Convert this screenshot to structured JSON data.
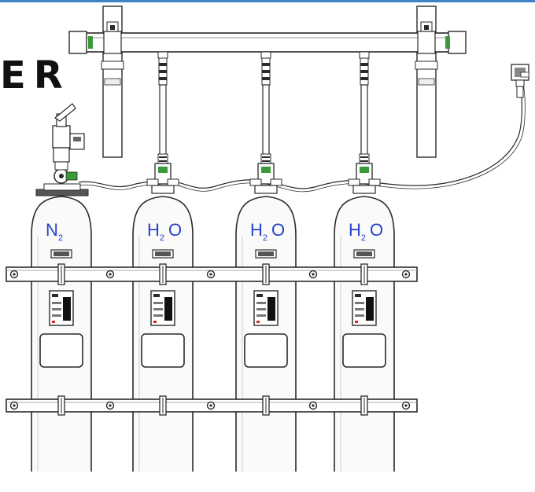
{
  "brand": {
    "text": "ER"
  },
  "colors": {
    "frame_top": "#3c83c8",
    "gas_label": "#2742c8",
    "valve_green": "#3a9a3a",
    "outline": "#2a2a2a",
    "cylinder_fill": "#fafafa"
  },
  "cylinders": [
    {
      "id": "n2",
      "main": "N",
      "sub": "2",
      "tail": ""
    },
    {
      "id": "h2o-1",
      "main": "H",
      "sub": "2",
      "tail": "O"
    },
    {
      "id": "h2o-2",
      "main": "H",
      "sub": "2",
      "tail": "O"
    },
    {
      "id": "h2o-3",
      "main": "H",
      "sub": "2",
      "tail": "O"
    }
  ],
  "icons": [
    "manifold-pipe-icon",
    "bracket-icon",
    "hose-icon",
    "regulator-valve-icon",
    "pressure-switch-icon",
    "strap-clamp-icon",
    "label-plate-icon"
  ]
}
